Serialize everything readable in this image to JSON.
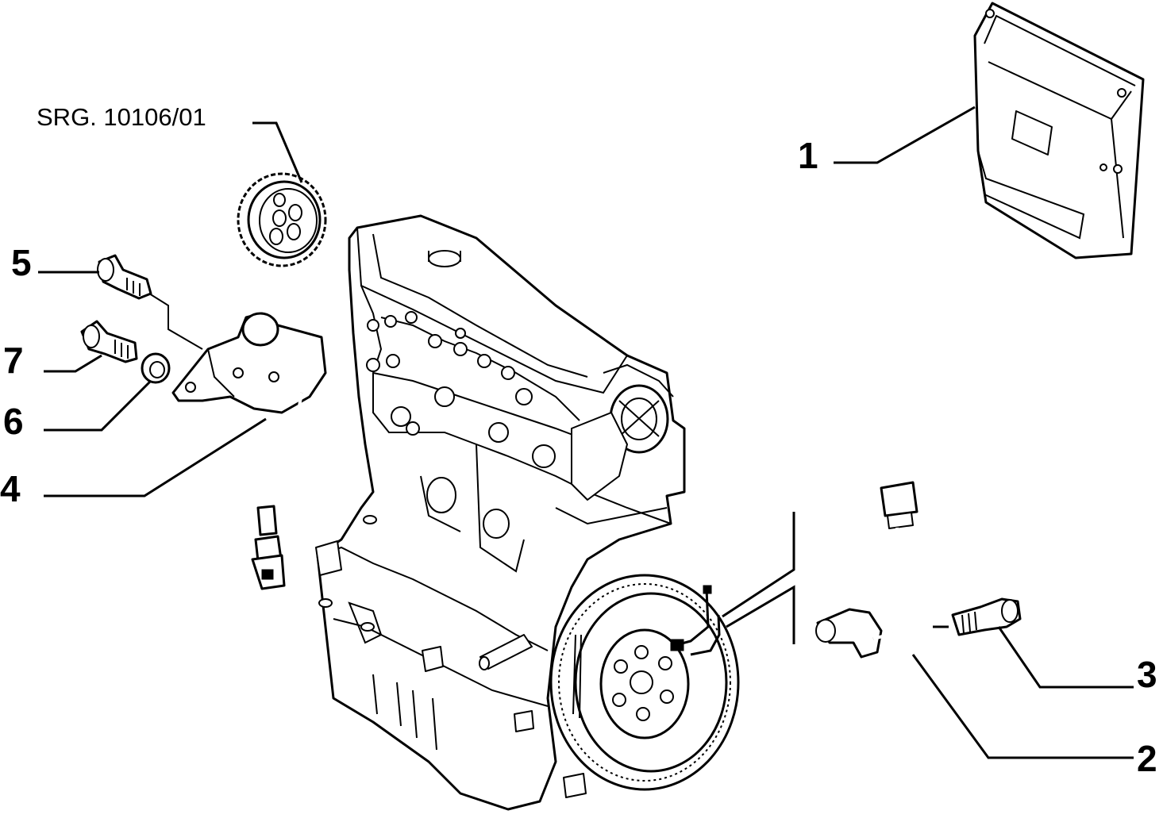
{
  "diagram": {
    "reference_label": "SRG. 10106/01",
    "callouts": [
      {
        "id": "1",
        "label": "1"
      },
      {
        "id": "2",
        "label": "2"
      },
      {
        "id": "3",
        "label": "3"
      },
      {
        "id": "4",
        "label": "4"
      },
      {
        "id": "5",
        "label": "5"
      },
      {
        "id": "6",
        "label": "6"
      },
      {
        "id": "7",
        "label": "7"
      }
    ]
  }
}
